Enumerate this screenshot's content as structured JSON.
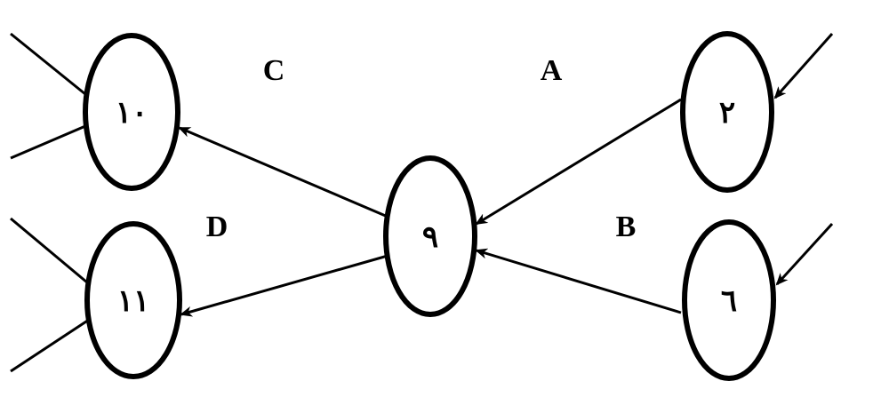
{
  "nodes": [
    {
      "id": "n10",
      "label": "١٠"
    },
    {
      "id": "n11",
      "label": "١١"
    },
    {
      "id": "n9",
      "label": "٩"
    },
    {
      "id": "n2",
      "label": "٢"
    },
    {
      "id": "n6",
      "label": "٦"
    }
  ],
  "edge_labels": [
    {
      "id": "C",
      "label": "C"
    },
    {
      "id": "A",
      "label": "A"
    },
    {
      "id": "D",
      "label": "D"
    },
    {
      "id": "B",
      "label": "B"
    }
  ],
  "edges": [
    {
      "from": "n2",
      "to": "n9"
    },
    {
      "from": "n6",
      "to": "n9"
    },
    {
      "from": "n9",
      "to": "n10"
    },
    {
      "from": "n9",
      "to": "n11"
    }
  ],
  "colors": {
    "stroke": "#000000",
    "background": "#ffffff"
  }
}
